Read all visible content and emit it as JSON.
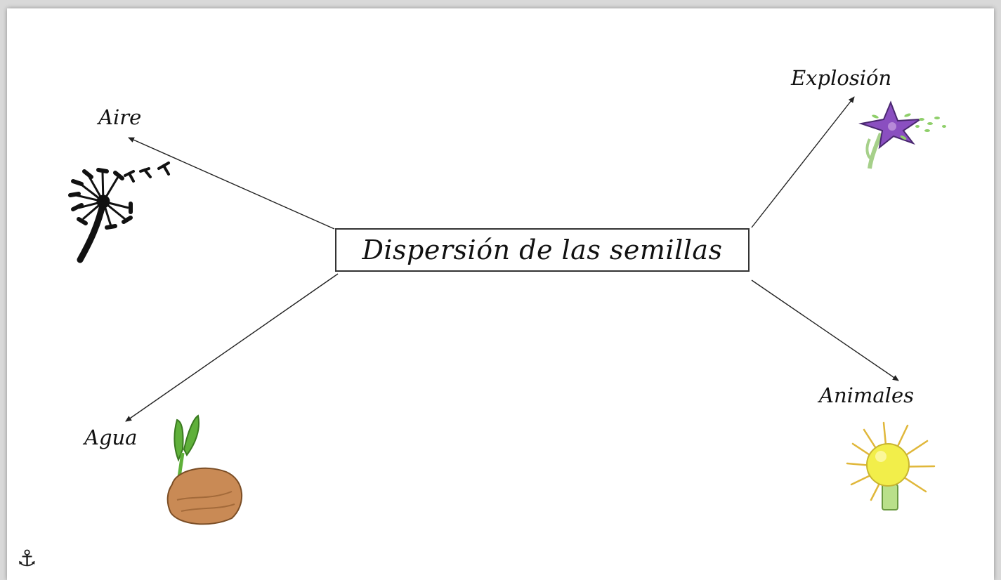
{
  "diagram": {
    "title": "Dispersión de las semillas",
    "branches": [
      {
        "id": "aire",
        "label": "Aire",
        "icon": "dandelion-icon"
      },
      {
        "id": "explosion",
        "label": "Explosión",
        "icon": "purple-flower-icon"
      },
      {
        "id": "agua",
        "label": "Agua",
        "icon": "sprouting-seed-icon"
      },
      {
        "id": "animales",
        "label": "Animales",
        "icon": "spiky-burr-icon"
      }
    ],
    "colors": {
      "line": "#222222",
      "flower": "#8a4fc0",
      "seed": "#c98a55",
      "sprout": "#5fb03a",
      "burr": "#f2ee4a"
    }
  },
  "footer": {
    "anchor_glyph": "⚓"
  }
}
